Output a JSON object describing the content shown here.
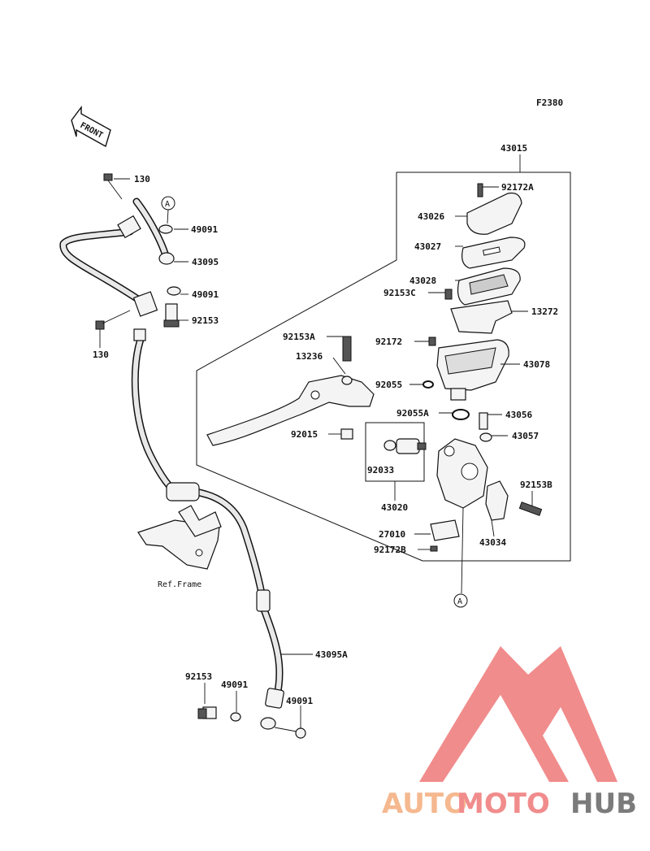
{
  "figure_code": "F2380",
  "front_arrow_label": "FRONT",
  "ref_frame_label": "Ref.Frame",
  "callout_letter": "A",
  "watermark": {
    "part1": "AUTO",
    "part2": "MOTO",
    "part3": "HUB",
    "color_orange": "#f4b183",
    "color_pink": "#f08080",
    "color_gray": "#6d6d6d"
  },
  "parts": {
    "p130_top": "130",
    "p49091_top": "49091",
    "p43095": "43095",
    "p49091_mid": "49091",
    "p92153": "92153",
    "p130_bot": "130",
    "p43015": "43015",
    "p92172A": "92172A",
    "p43026": "43026",
    "p43027": "43027",
    "p43028": "43028",
    "p92153C": "92153C",
    "p13272": "13272",
    "p92153A": "92153A",
    "p92172": "92172",
    "p13236": "13236",
    "p43078": "43078",
    "p92055": "92055",
    "p92055A": "92055A",
    "p43056": "43056",
    "p43057": "43057",
    "p92015": "92015",
    "p92033": "92033",
    "p43020": "43020",
    "p92153B": "92153B",
    "p27010": "27010",
    "p43034": "43034",
    "p92172B": "92172B",
    "p43095A": "43095A",
    "p92153_low": "92153",
    "p49091_low1": "49091",
    "p49091_low2": "49091"
  }
}
